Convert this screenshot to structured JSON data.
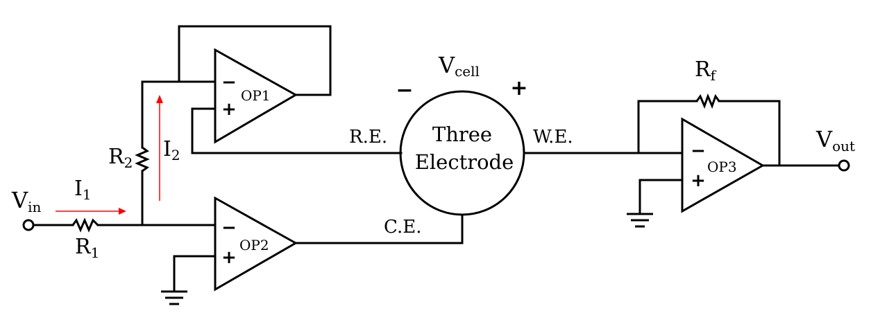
{
  "colors": {
    "wire": "#000000",
    "current_arrow": "#ff0000",
    "background": "#ffffff"
  },
  "labels": {
    "vin": {
      "main": "V",
      "sub": "in"
    },
    "vout": {
      "main": "V",
      "sub": "out"
    },
    "vcell": {
      "main": "V",
      "sub": "cell"
    },
    "r1": {
      "main": "R",
      "sub": "1"
    },
    "r2": {
      "main": "R",
      "sub": "2"
    },
    "rf": {
      "main": "R",
      "sub": "f"
    },
    "i1": {
      "main": "I",
      "sub": "1"
    },
    "i2": {
      "main": "I",
      "sub": "2"
    },
    "cell_minus": "−",
    "cell_plus": "+",
    "re": "R.E.",
    "we": "W.E.",
    "ce": "C.E.",
    "cell_line1": "Three",
    "cell_line2": "Electrode"
  },
  "op_amps": [
    {
      "id": "op1",
      "label": "OP1",
      "minus": "−",
      "plus": "+"
    },
    {
      "id": "op2",
      "label": "OP2",
      "minus": "−",
      "plus": "+"
    },
    {
      "id": "op3",
      "label": "OP3",
      "minus": "−",
      "plus": "+"
    }
  ]
}
